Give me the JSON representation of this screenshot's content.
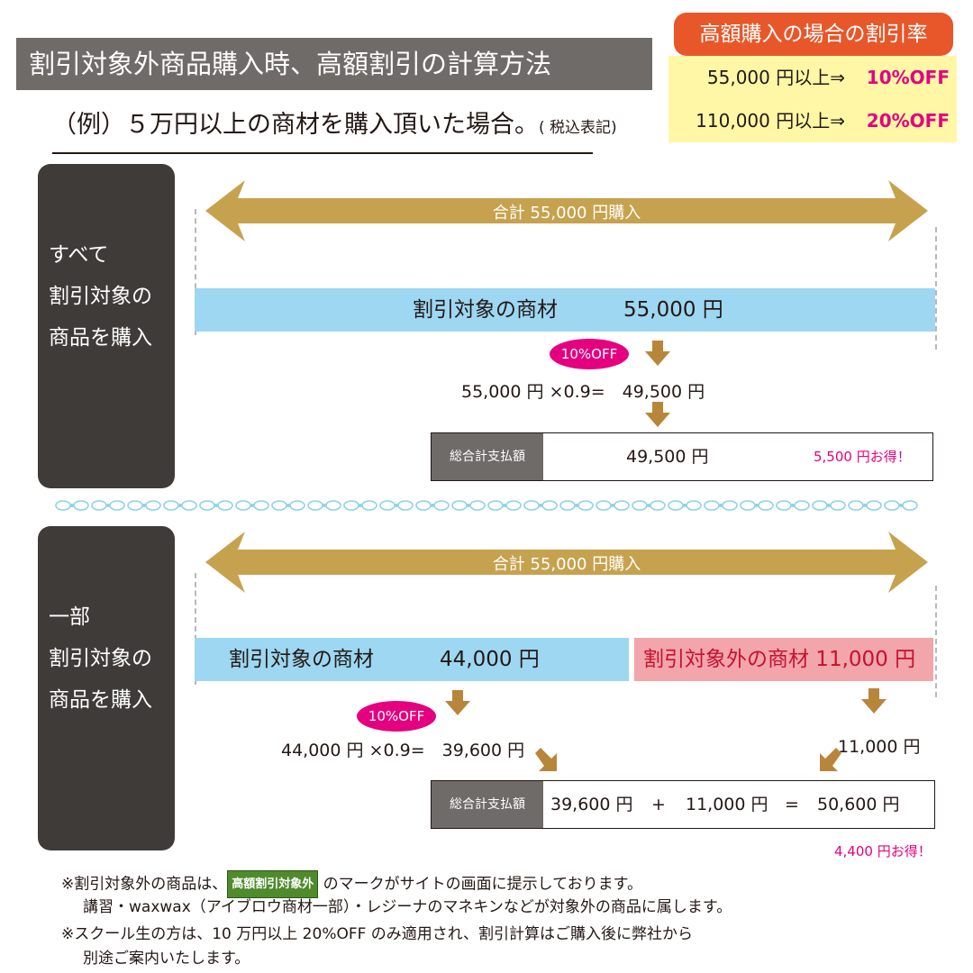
{
  "header": {
    "title": "割引対象外商品購入時、高額割引の計算方法",
    "example_main": "（例）５万円以上の商材を購入頂いた場合。",
    "example_note": "( 税込表記)"
  },
  "rates": {
    "heading": "高額購入の場合の割引率",
    "rows": [
      {
        "condition": "55,000 円以上⇒",
        "discount": "10%OFF"
      },
      {
        "condition": "110,000 円以上⇒",
        "discount": "20%OFF"
      }
    ]
  },
  "section1": {
    "side_lines": [
      "すべて",
      "割引対象の",
      "商品を購入"
    ],
    "total_label": "合計 55,000 円購入",
    "bar_name": "割引対象の商材",
    "bar_amount": "55,000 円",
    "badge": "10%OFF",
    "calc": "55,000 円 ×0.9=　49,500 円",
    "total_box_label": "総合計支払額",
    "total_value": "49,500 円",
    "savings": "5,500 円お得！"
  },
  "section2": {
    "side_lines": [
      "一部",
      "割引対象の",
      "商品を購入"
    ],
    "total_label": "合計 55,000 円購入",
    "bar1_name": "割引対象の商材",
    "bar1_amount": "44,000 円",
    "bar2_text": "割引対象外の商材 11,000 円",
    "badge": "10%OFF",
    "calc": "44,000 円 ×0.9=　39,600 円",
    "right_amount": "11,000 円",
    "total_box_label": "総合計支払額",
    "total_part1": "39,600 円",
    "plus": "+",
    "total_part2": "11,000 円",
    "equals": "=",
    "total_result": "50,600 円",
    "savings": "4,400 円お得！"
  },
  "notes": {
    "line1_prefix": "※割引対象外の商品は、",
    "line1_tag": "高額割引対象外",
    "line1_suffix": " のマークがサイトの画面に提示しております。",
    "line2": "講習・waxwax（アイブロウ商材一部）・レジーナのマネキンなどが対象外の商品に属します。",
    "line3": "※スクール生の方は、10 万円以上 20%OFF のみ適用され、割引計算はご購入後に弊社から",
    "line4": "別途ご案内いたします。"
  },
  "colors": {
    "gold_arrow": "#c7a24e",
    "down_arrow": "#b8863b",
    "accent_pink": "#e4007f",
    "bar_blue": "#9dd7f2",
    "bar_pink": "#f2a5ab",
    "header_orange": "#e8572a",
    "rate_yellow": "#fff7a6",
    "dark_panel": "#3f3b39"
  }
}
